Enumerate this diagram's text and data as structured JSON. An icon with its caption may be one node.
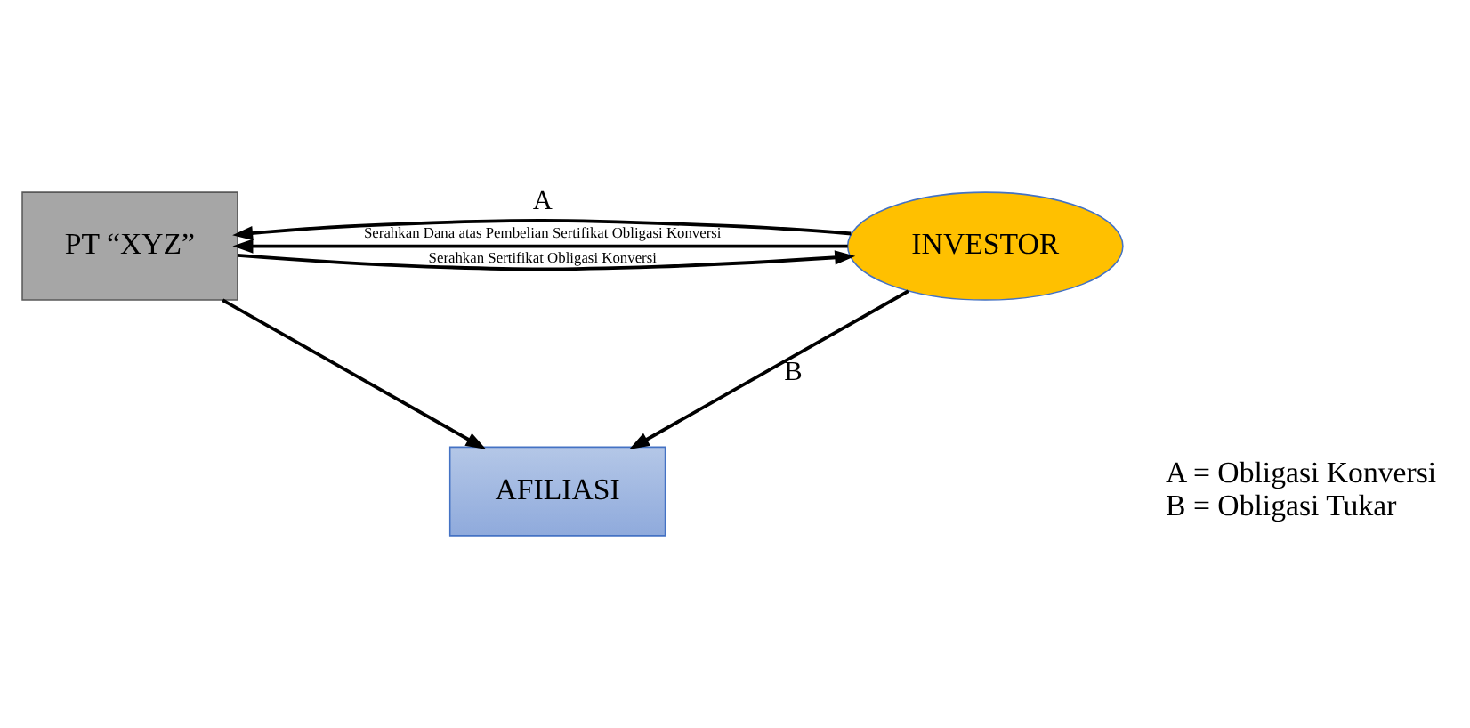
{
  "diagram": {
    "nodes": [
      {
        "text": [
          "PT “XYZ”"
        ]
      },
      {
        "text": [
          "INVESTOR"
        ]
      },
      {
        "text": [
          "AFILIASI"
        ]
      }
    ],
    "edges": [
      {
        "from": 0,
        "to": 1,
        "arrow": "to",
        "label": "Serahkan Sertifikat Obligasi Konversi"
      },
      {
        "from": 1,
        "to": 0,
        "arrow": "to",
        "label": "Serahkan Dana atas Pembelian Sertifikat Obligasi Konversi"
      },
      {
        "from": 1,
        "to": 0,
        "arrow": "to",
        "label": "A"
      },
      {
        "from": 1,
        "to": 2,
        "arrow": "to",
        "label": "B"
      },
      {
        "from": 0,
        "to": 2,
        "arrow": "to"
      }
    ],
    "labels": [
      "A = Obligasi Konversi",
      "B = Obligasi Tukar"
    ]
  }
}
